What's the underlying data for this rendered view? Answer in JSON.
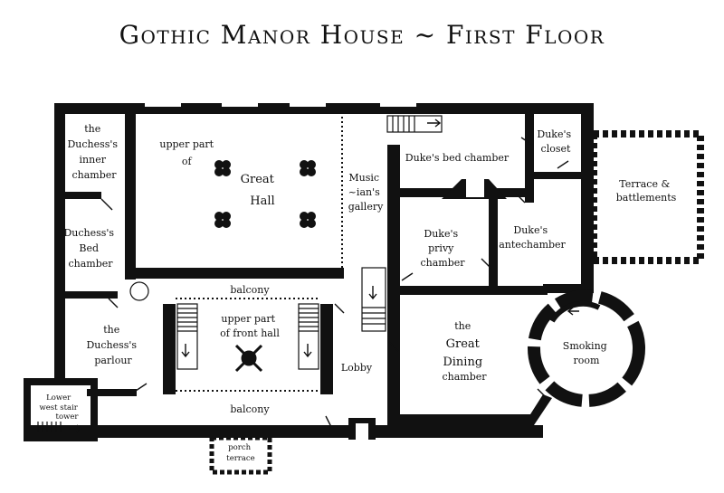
{
  "title": "Gothic Manor House ~ First Floor",
  "rooms": {
    "duchess_inner": [
      "the",
      "Duchess's",
      "inner",
      "chamber"
    ],
    "great_hall": [
      "upper part",
      "of",
      "Great",
      "Hall"
    ],
    "musicians_gallery": [
      "Music",
      "~ian's",
      "gallery"
    ],
    "dukes_bed": [
      "Duke's bed chamber"
    ],
    "dukes_closet": [
      "Duke's",
      "closet"
    ],
    "terrace": [
      "Terrace &",
      "battlements"
    ],
    "duchess_bed": [
      "Duchess's",
      "Bed",
      "chamber"
    ],
    "dukes_privy": [
      "Duke's",
      "privy",
      "chamber"
    ],
    "dukes_antechamber": [
      "Duke's",
      "antechamber"
    ],
    "balcony_top": [
      "balcony"
    ],
    "front_hall": [
      "upper part",
      "of front hall"
    ],
    "duchess_parlour": [
      "the",
      "Duchess's",
      "parlour"
    ],
    "great_dining": [
      "the",
      "Great",
      "Dining",
      "chamber"
    ],
    "smoking_room": [
      "Smoking",
      "room"
    ],
    "lobby": [
      "Lobby"
    ],
    "lower_west_stair": [
      "Lower",
      "west stair",
      "tower"
    ],
    "balcony_bottom": [
      "balcony"
    ],
    "porch_terrace": [
      "porch",
      "terrace"
    ]
  }
}
